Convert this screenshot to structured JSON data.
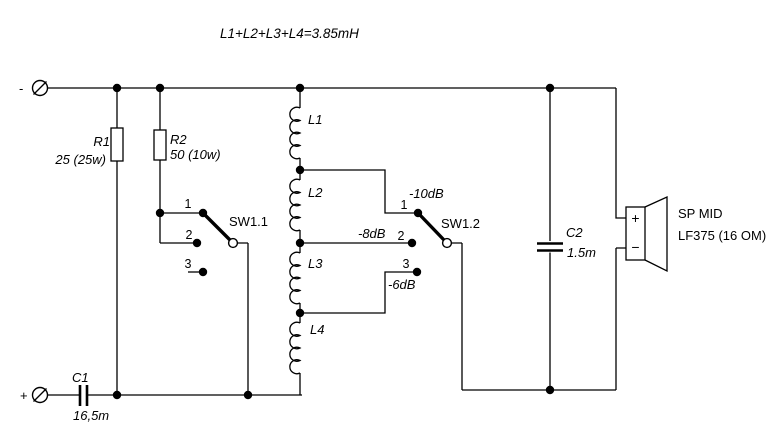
{
  "title": "L1+L2+L3+L4=3.85mH",
  "colors": {
    "line": "#000000",
    "background": "#ffffff"
  },
  "terminals": {
    "negative_sign": "-",
    "positive_sign": "+"
  },
  "resistors": {
    "r1": {
      "label": "R1",
      "value": "25 (25w)"
    },
    "r2": {
      "label": "R2",
      "value": "50 (10w)"
    }
  },
  "capacitors": {
    "c1": {
      "label": "C1",
      "value": "16,5m"
    },
    "c2": {
      "label": "C2",
      "value": "1.5m"
    }
  },
  "inductors": {
    "l1": {
      "label": "L1"
    },
    "l2": {
      "label": "L2"
    },
    "l3": {
      "label": "L3"
    },
    "l4": {
      "label": "L4"
    }
  },
  "switches": {
    "sw11": {
      "label": "SW1.1",
      "pos1": "1",
      "pos2": "2",
      "pos3": "3"
    },
    "sw12": {
      "label": "SW1.2",
      "pos1": "1",
      "pos2": "2",
      "pos3": "3",
      "tap1_db": "-10dB",
      "tap2_db": "-8dB",
      "tap3_db": "-6dB"
    }
  },
  "speaker": {
    "plus": "+",
    "minus": "−",
    "name": "SP MID",
    "model": "LF375 (16 OM)"
  }
}
